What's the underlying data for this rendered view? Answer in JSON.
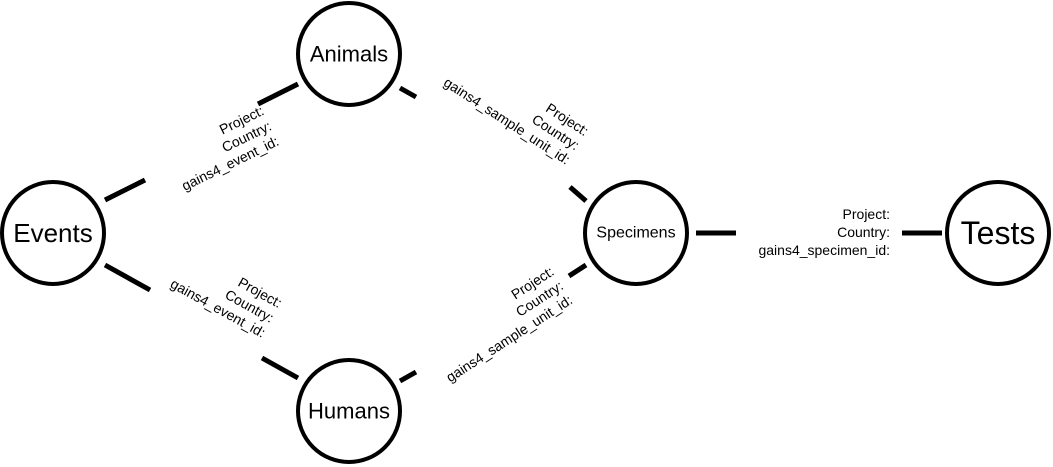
{
  "nodes": {
    "animals": "Animals",
    "events": "Events",
    "humans": "Humans",
    "specimens": "Specimens",
    "tests": "Tests"
  },
  "edges": {
    "events_animals": [
      "Project:",
      "Country:",
      "gains4_event_id:"
    ],
    "events_humans": [
      "Project:",
      "Country:",
      "gains4_event_id:"
    ],
    "animals_specimens": [
      "Project:",
      "Country:",
      "gains4_sample_unit_id:"
    ],
    "humans_specimens": [
      "Project:",
      "Country:",
      "gains4_sample_unit_id:"
    ],
    "specimens_tests": [
      "Project:",
      "Country:",
      "gains4_specimen_id:"
    ]
  },
  "colors": {
    "line": "#000000",
    "background": "#ffffff"
  }
}
